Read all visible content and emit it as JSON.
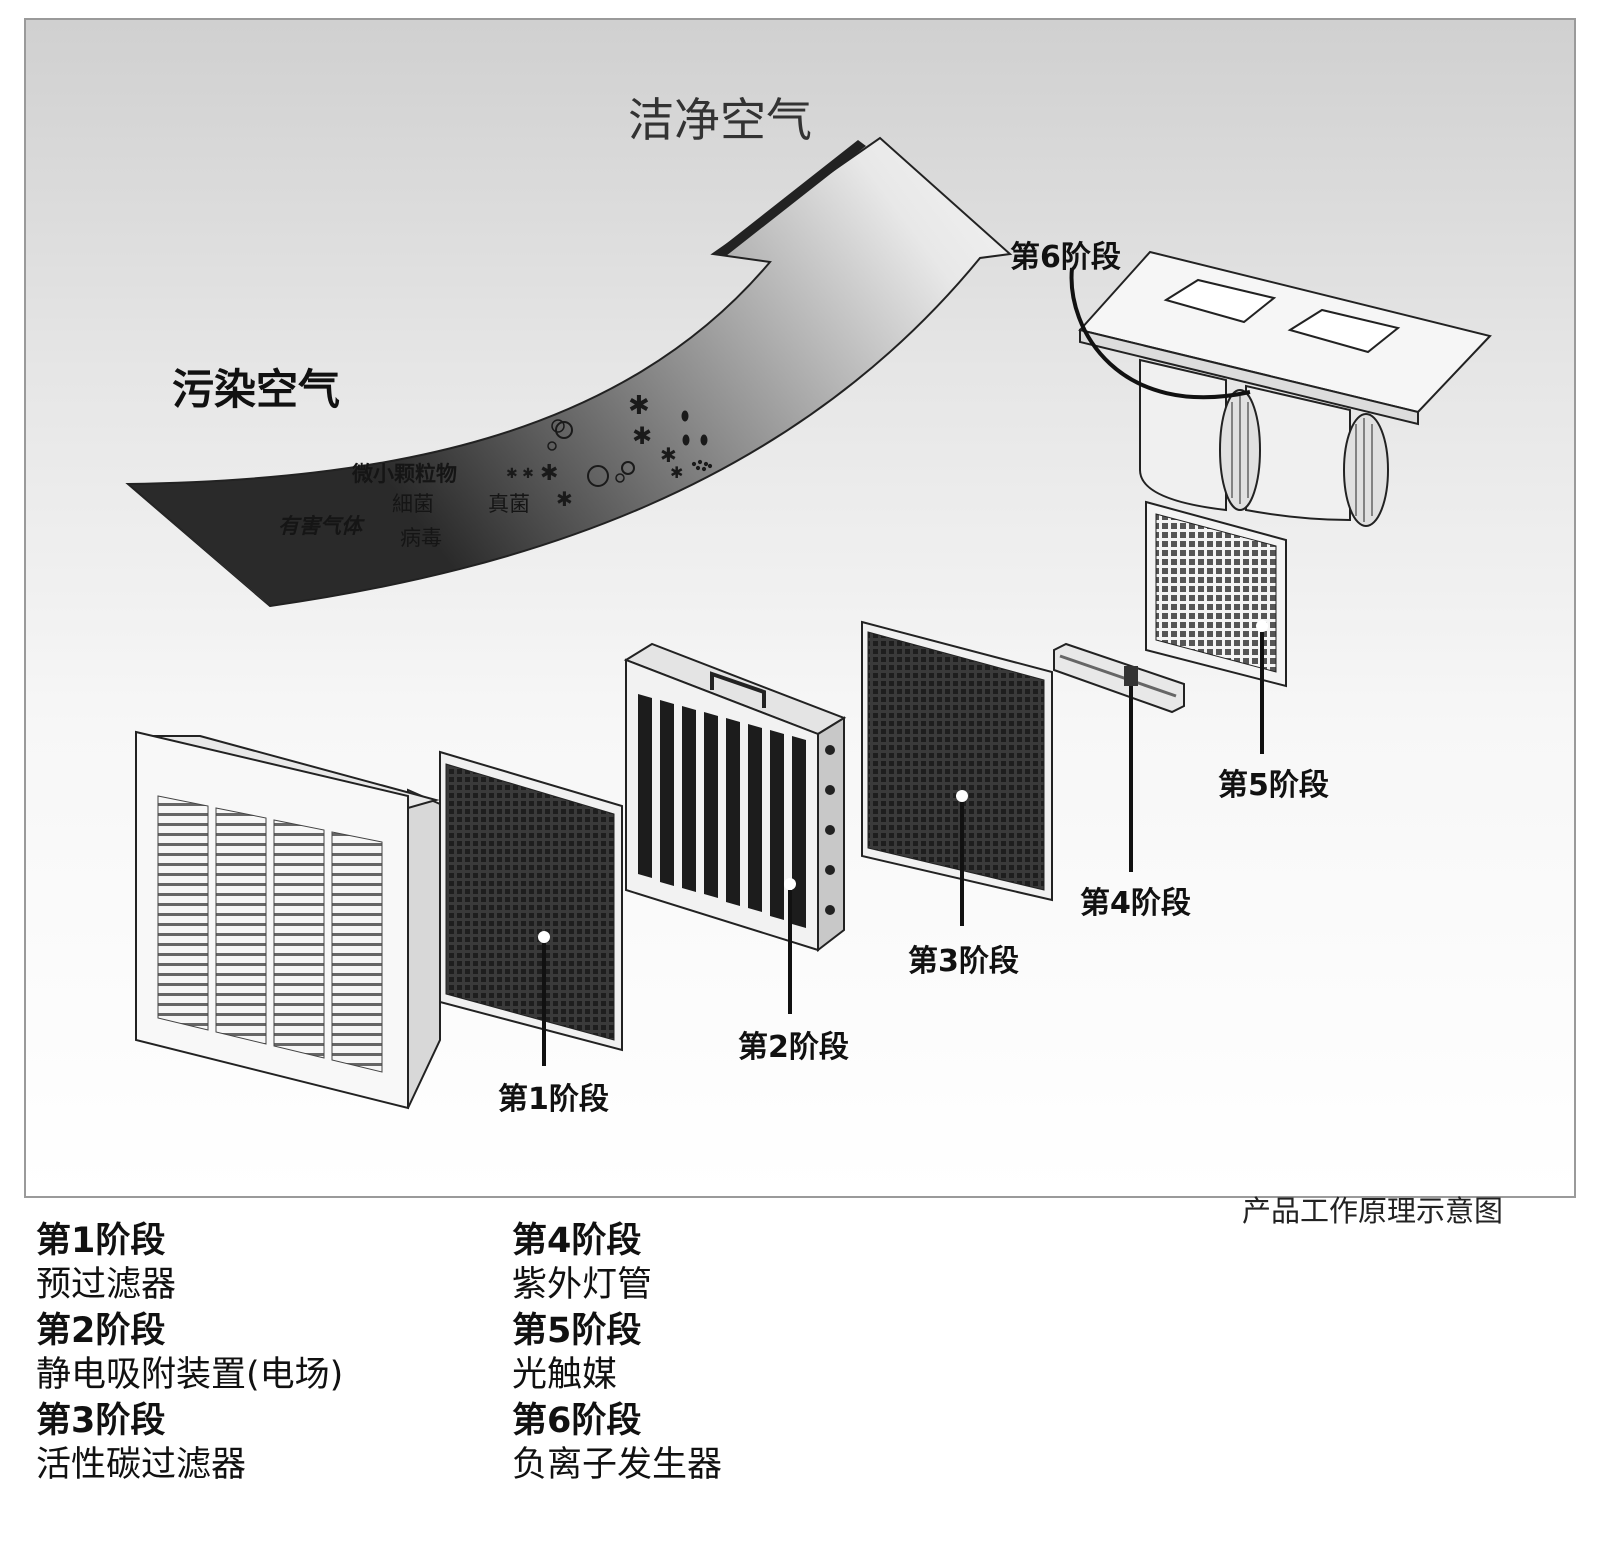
{
  "arrow": {
    "clean_air_label": "洁净空气",
    "dirty_air_label": "污染空气",
    "pollutants": {
      "particles": "微小颗粒物",
      "bacteria": "細菌",
      "mold": "真菌",
      "harmful_gas": "有害气体",
      "virus": "病毒"
    }
  },
  "stage_labels": {
    "stage1": "第1阶段",
    "stage2": "第2阶段",
    "stage3": "第3阶段",
    "stage4": "第4阶段",
    "stage5": "第5阶段",
    "stage6": "第6阶段"
  },
  "caption": "产品工作原理示意图",
  "legend": [
    {
      "stage": "第1阶段",
      "desc": "预过滤器"
    },
    {
      "stage": "第2阶段",
      "desc": "静电吸附装置(电场)"
    },
    {
      "stage": "第3阶段",
      "desc": "活性碳过滤器"
    },
    {
      "stage": "第4阶段",
      "desc": "紫外灯管"
    },
    {
      "stage": "第5阶段",
      "desc": "光触媒"
    },
    {
      "stage": "第6阶段",
      "desc": "负离子发生器"
    }
  ]
}
